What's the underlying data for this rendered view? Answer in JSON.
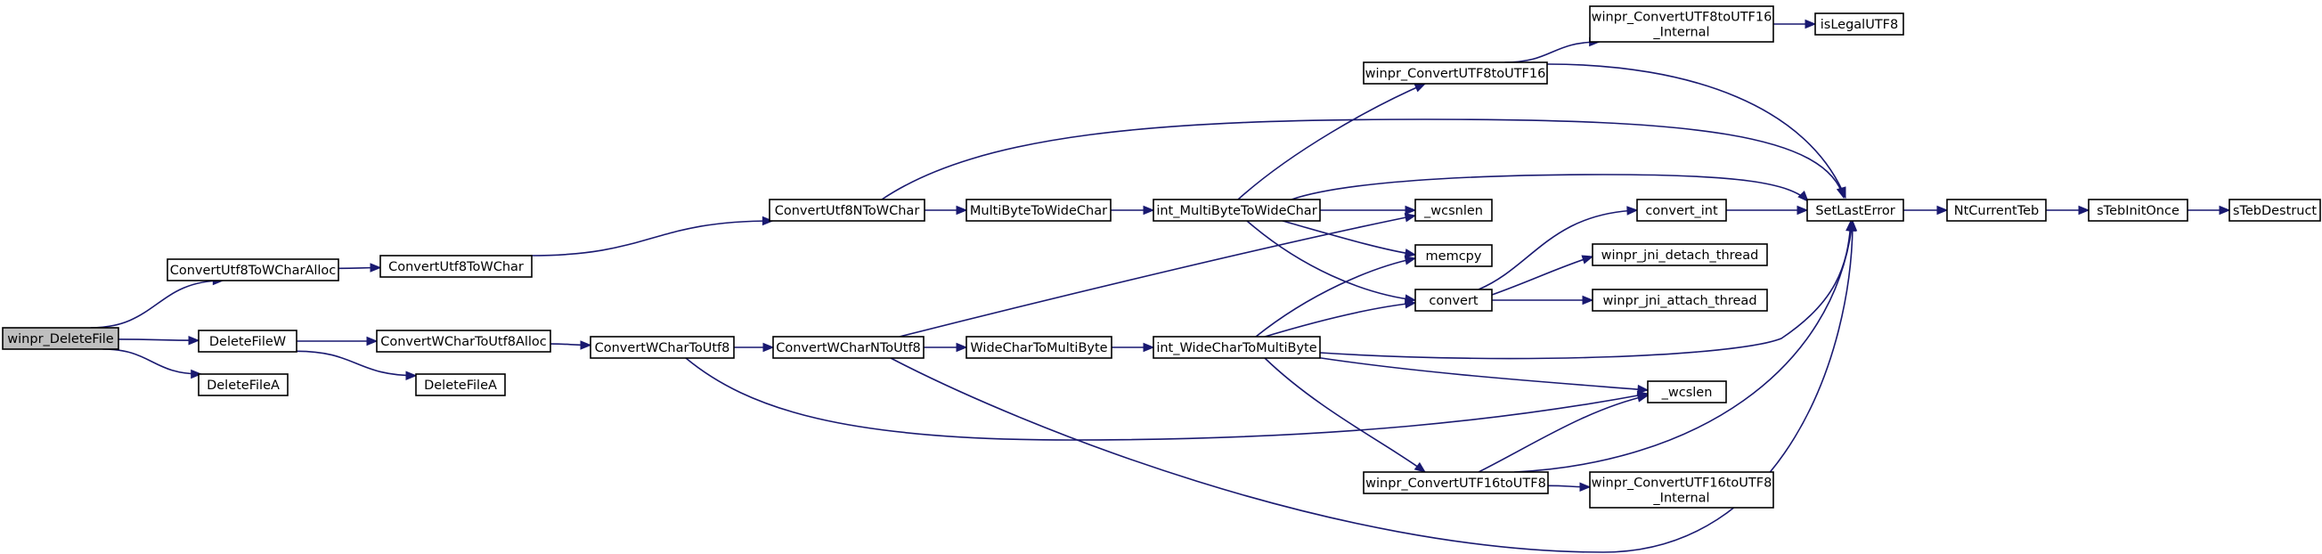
{
  "diagram": {
    "type": "call-graph",
    "edge_color": "#191970",
    "root_fill": "#bfbfbf",
    "node_fill": "#ffffff",
    "nodes": [
      {
        "id": "winpr_DeleteFile",
        "lines": [
          "winpr_DeleteFile"
        ],
        "root": true
      },
      {
        "id": "ConvertUtf8ToWCharAlloc",
        "lines": [
          "ConvertUtf8ToWCharAlloc"
        ]
      },
      {
        "id": "ConvertUtf8ToWChar",
        "lines": [
          "ConvertUtf8ToWChar"
        ]
      },
      {
        "id": "ConvertUtf8NToWChar",
        "lines": [
          "ConvertUtf8NToWChar"
        ]
      },
      {
        "id": "MultiByteToWideChar",
        "lines": [
          "MultiByteToWideChar"
        ]
      },
      {
        "id": "int_MultiByteToWideChar",
        "lines": [
          "int_MultiByteToWideChar"
        ]
      },
      {
        "id": "winpr_ConvertUTF8toUTF16",
        "lines": [
          "winpr_ConvertUTF8toUTF16"
        ]
      },
      {
        "id": "winpr_ConvertUTF8toUTF16_Internal",
        "lines": [
          "winpr_ConvertUTF8toUTF16",
          "_Internal"
        ]
      },
      {
        "id": "isLegalUTF8",
        "lines": [
          "isLegalUTF8"
        ]
      },
      {
        "id": "SetLastError",
        "lines": [
          "SetLastError"
        ]
      },
      {
        "id": "NtCurrentTeb",
        "lines": [
          "NtCurrentTeb"
        ]
      },
      {
        "id": "sTebInitOnce",
        "lines": [
          "sTebInitOnce"
        ]
      },
      {
        "id": "sTebDestruct",
        "lines": [
          "sTebDestruct"
        ]
      },
      {
        "id": "_wcsnlen",
        "lines": [
          "_wcsnlen"
        ]
      },
      {
        "id": "memcpy",
        "lines": [
          "memcpy"
        ]
      },
      {
        "id": "convert_int",
        "lines": [
          "convert_int"
        ]
      },
      {
        "id": "convert",
        "lines": [
          "convert"
        ]
      },
      {
        "id": "winpr_jni_detach_thread",
        "lines": [
          "winpr_jni_detach_thread"
        ]
      },
      {
        "id": "winpr_jni_attach_thread",
        "lines": [
          "winpr_jni_attach_thread"
        ]
      },
      {
        "id": "DeleteFileW",
        "lines": [
          "DeleteFileW"
        ]
      },
      {
        "id": "DeleteFileA_1",
        "lines": [
          "DeleteFileA"
        ]
      },
      {
        "id": "DeleteFileA_2",
        "lines": [
          "DeleteFileA"
        ]
      },
      {
        "id": "ConvertWCharToUtf8Alloc",
        "lines": [
          "ConvertWCharToUtf8Alloc"
        ]
      },
      {
        "id": "ConvertWCharToUtf8",
        "lines": [
          "ConvertWCharToUtf8"
        ]
      },
      {
        "id": "ConvertWCharNToUtf8",
        "lines": [
          "ConvertWCharNToUtf8"
        ]
      },
      {
        "id": "WideCharToMultiByte",
        "lines": [
          "WideCharToMultiByte"
        ]
      },
      {
        "id": "int_WideCharToMultiByte",
        "lines": [
          "int_WideCharToMultiByte"
        ]
      },
      {
        "id": "_wcslen",
        "lines": [
          "_wcslen"
        ]
      },
      {
        "id": "winpr_ConvertUTF16toUTF8",
        "lines": [
          "winpr_ConvertUTF16toUTF8"
        ]
      },
      {
        "id": "winpr_ConvertUTF16toUTF8_Internal",
        "lines": [
          "winpr_ConvertUTF16toUTF8",
          "_Internal"
        ]
      }
    ],
    "edges": [
      [
        "winpr_DeleteFile",
        "ConvertUtf8ToWCharAlloc"
      ],
      [
        "winpr_DeleteFile",
        "DeleteFileW"
      ],
      [
        "winpr_DeleteFile",
        "DeleteFileA_1"
      ],
      [
        "ConvertUtf8ToWCharAlloc",
        "ConvertUtf8ToWChar"
      ],
      [
        "ConvertUtf8ToWChar",
        "ConvertUtf8NToWChar"
      ],
      [
        "ConvertUtf8NToWChar",
        "MultiByteToWideChar"
      ],
      [
        "ConvertUtf8NToWChar",
        "SetLastError"
      ],
      [
        "MultiByteToWideChar",
        "int_MultiByteToWideChar"
      ],
      [
        "int_MultiByteToWideChar",
        "winpr_ConvertUTF8toUTF16"
      ],
      [
        "int_MultiByteToWideChar",
        "SetLastError"
      ],
      [
        "int_MultiByteToWideChar",
        "_wcsnlen"
      ],
      [
        "int_MultiByteToWideChar",
        "memcpy"
      ],
      [
        "int_MultiByteToWideChar",
        "convert"
      ],
      [
        "winpr_ConvertUTF8toUTF16",
        "winpr_ConvertUTF8toUTF16_Internal"
      ],
      [
        "winpr_ConvertUTF8toUTF16",
        "SetLastError"
      ],
      [
        "winpr_ConvertUTF8toUTF16_Internal",
        "isLegalUTF8"
      ],
      [
        "SetLastError",
        "NtCurrentTeb"
      ],
      [
        "NtCurrentTeb",
        "sTebInitOnce"
      ],
      [
        "sTebInitOnce",
        "sTebDestruct"
      ],
      [
        "convert_int",
        "SetLastError"
      ],
      [
        "convert",
        "convert_int"
      ],
      [
        "convert",
        "winpr_jni_detach_thread"
      ],
      [
        "convert",
        "winpr_jni_attach_thread"
      ],
      [
        "DeleteFileW",
        "ConvertWCharToUtf8Alloc"
      ],
      [
        "DeleteFileW",
        "DeleteFileA_2"
      ],
      [
        "ConvertWCharToUtf8Alloc",
        "ConvertWCharToUtf8"
      ],
      [
        "ConvertWCharToUtf8",
        "ConvertWCharNToUtf8"
      ],
      [
        "ConvertWCharToUtf8",
        "_wcslen"
      ],
      [
        "ConvertWCharNToUtf8",
        "WideCharToMultiByte"
      ],
      [
        "ConvertWCharNToUtf8",
        "_wcsnlen"
      ],
      [
        "ConvertWCharNToUtf8",
        "SetLastError"
      ],
      [
        "WideCharToMultiByte",
        "int_WideCharToMultiByte"
      ],
      [
        "int_WideCharToMultiByte",
        "memcpy"
      ],
      [
        "int_WideCharToMultiByte",
        "convert"
      ],
      [
        "int_WideCharToMultiByte",
        "SetLastError"
      ],
      [
        "int_WideCharToMultiByte",
        "_wcslen"
      ],
      [
        "int_WideCharToMultiByte",
        "winpr_ConvertUTF16toUTF8"
      ],
      [
        "winpr_ConvertUTF16toUTF8",
        "_wcslen"
      ],
      [
        "winpr_ConvertUTF16toUTF8",
        "SetLastError"
      ],
      [
        "winpr_ConvertUTF16toUTF8",
        "winpr_ConvertUTF16toUTF8_Internal"
      ]
    ]
  }
}
